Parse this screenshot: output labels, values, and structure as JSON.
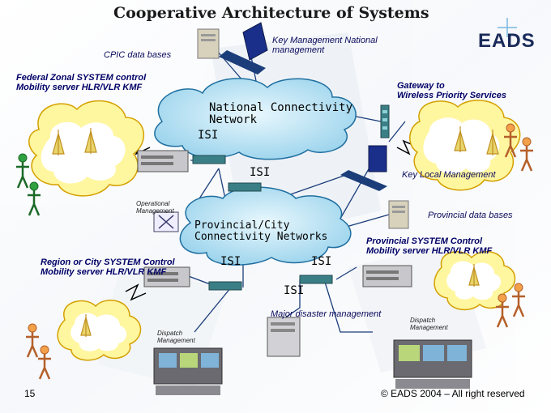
{
  "title": "Cooperative Architecture of Systems",
  "logo": "EADS",
  "labels": {
    "key_mgmt_national": "Key Management National\nmanagement",
    "cpic": "CPIC data bases",
    "federal": "Federal Zonal SYSTEM control\nMobility server HLR/VLR KMF",
    "gateway": "Gateway to\nWireless Priority Services",
    "national_network": "National Connectivity\nNetwork",
    "isi_1": "ISI",
    "isi_2": "ISI",
    "key_local": "Key Local Management",
    "operational": "Operational\nManagement",
    "provincial_db": "Provincial data bases",
    "provincial_network": "Provincial/City\nConnectivity Networks",
    "region": "Region or City SYSTEM Control\nMobility server HLR/VLR KMF",
    "isi_3": "ISI",
    "isi_4": "ISI",
    "provincial_system": "Provincial SYSTEM Control\nMobility server HLR/VLR KMF",
    "isi_5": "ISI",
    "major_disaster": "Major disaster management",
    "dispatch_left": "Dispatch\nManagement",
    "dispatch_right": "Dispatch\nManagement"
  },
  "footer": {
    "page": "15",
    "copyright": "© EADS 2004 – All right reserved"
  },
  "colors": {
    "cloud_fill": "#a8dcf0",
    "cloud_stroke": "#1f6fa0",
    "link_line": "#1b3d7a",
    "label_text": "#000066",
    "hub": "#3b7f86"
  }
}
